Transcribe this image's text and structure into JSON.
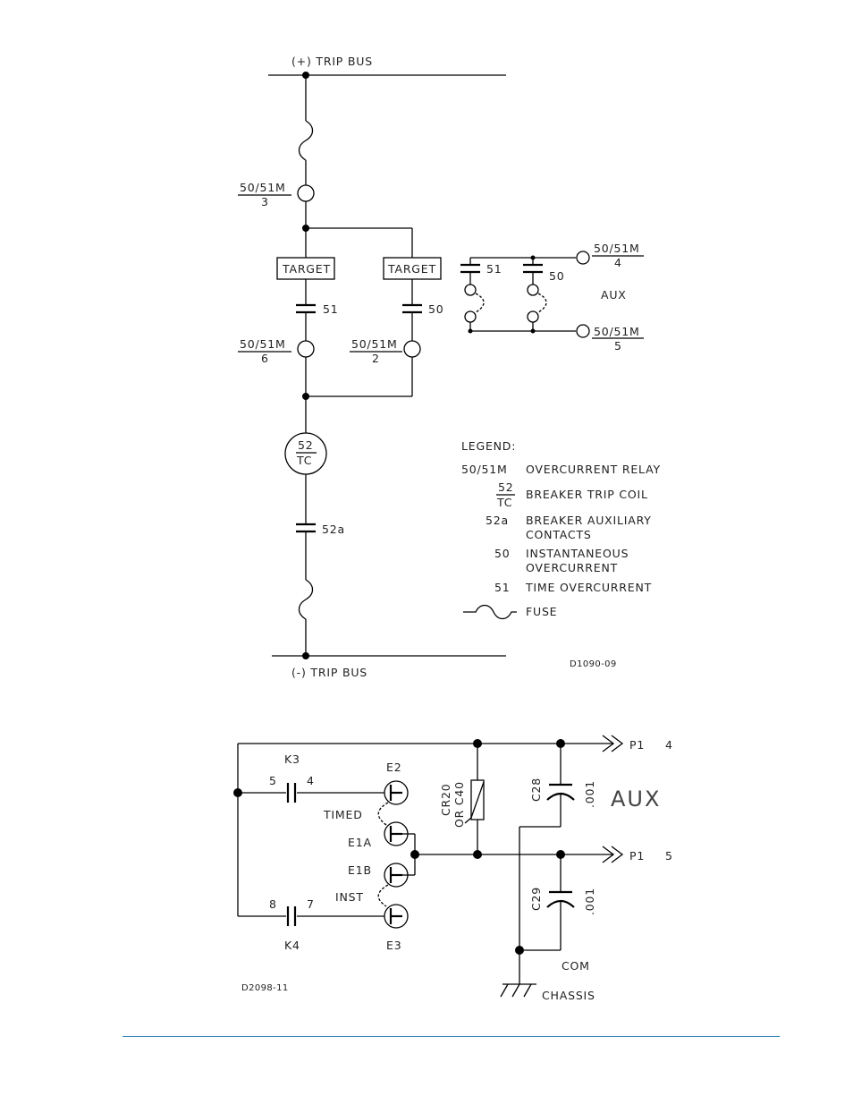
{
  "diagram1": {
    "pos_bus_label": "(+) TRIP BUS",
    "neg_bus_label": "(-) TRIP BUS",
    "relay_top": {
      "num": "50/51M",
      "den": "3"
    },
    "relay_left": {
      "num": "50/51M",
      "den": "6"
    },
    "relay_right": {
      "num": "50/51M",
      "den": "2"
    },
    "target_left": "TARGET",
    "target_right": "TARGET",
    "contact_51": "51",
    "contact_50": "50",
    "trip_coil": {
      "num": "52",
      "den": "TC"
    },
    "contact_52a": "52a",
    "aux": {
      "contact_51": "51",
      "contact_50": "50",
      "label": "AUX",
      "terminal_top": {
        "num": "50/51M",
        "den": "4"
      },
      "terminal_bottom": {
        "num": "50/51M",
        "den": "5"
      }
    },
    "legend": {
      "title": "LEGEND:",
      "items": [
        {
          "symbol": "50/51M",
          "desc": "OVERCURRENT RELAY"
        },
        {
          "symbol_num": "52",
          "symbol_den": "TC",
          "desc": "BREAKER TRIP COIL"
        },
        {
          "symbol": "52a",
          "desc": "BREAKER AUXILIARY",
          "desc2": "CONTACTS"
        },
        {
          "symbol": "50",
          "desc": "INSTANTANEOUS",
          "desc2": "OVERCURRENT"
        },
        {
          "symbol": "51",
          "desc": "TIME OVERCURRENT"
        },
        {
          "desc": "FUSE"
        }
      ]
    },
    "drawing_id": "D1090-09"
  },
  "diagram2": {
    "k3": "K3",
    "k3_pin_left": "5",
    "k3_pin_right": "4",
    "k4": "K4",
    "k4_pin_left": "8",
    "k4_pin_right": "7",
    "e2": "E2",
    "timed": "TIMED",
    "e1a": "E1A",
    "e1b": "E1B",
    "inst": "INST",
    "e3": "E3",
    "cr20": "CR20",
    "or_c40": "OR C40",
    "c28": "C28",
    "c28_val": ".001",
    "c29": "C29",
    "c29_val": ".001",
    "p1_4": {
      "name": "P1",
      "pin": "4"
    },
    "p1_5": {
      "name": "P1",
      "pin": "5"
    },
    "aux": "AUX",
    "com": "COM",
    "chassis": "CHASSIS",
    "drawing_id": "D2098-11"
  }
}
